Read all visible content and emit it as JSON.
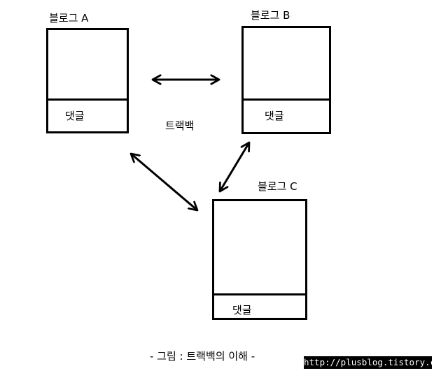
{
  "diagram": {
    "blogs": [
      {
        "title": "블로그 A",
        "comment_label": "댓글"
      },
      {
        "title": "블로그 B",
        "comment_label": "댓글"
      },
      {
        "title": "블로그 C",
        "comment_label": "댓글"
      }
    ],
    "link_label": "트랙백",
    "caption": "- 그림 : 트랙백의 이해 -",
    "credit": "http://plusblog.tistory.com/"
  }
}
